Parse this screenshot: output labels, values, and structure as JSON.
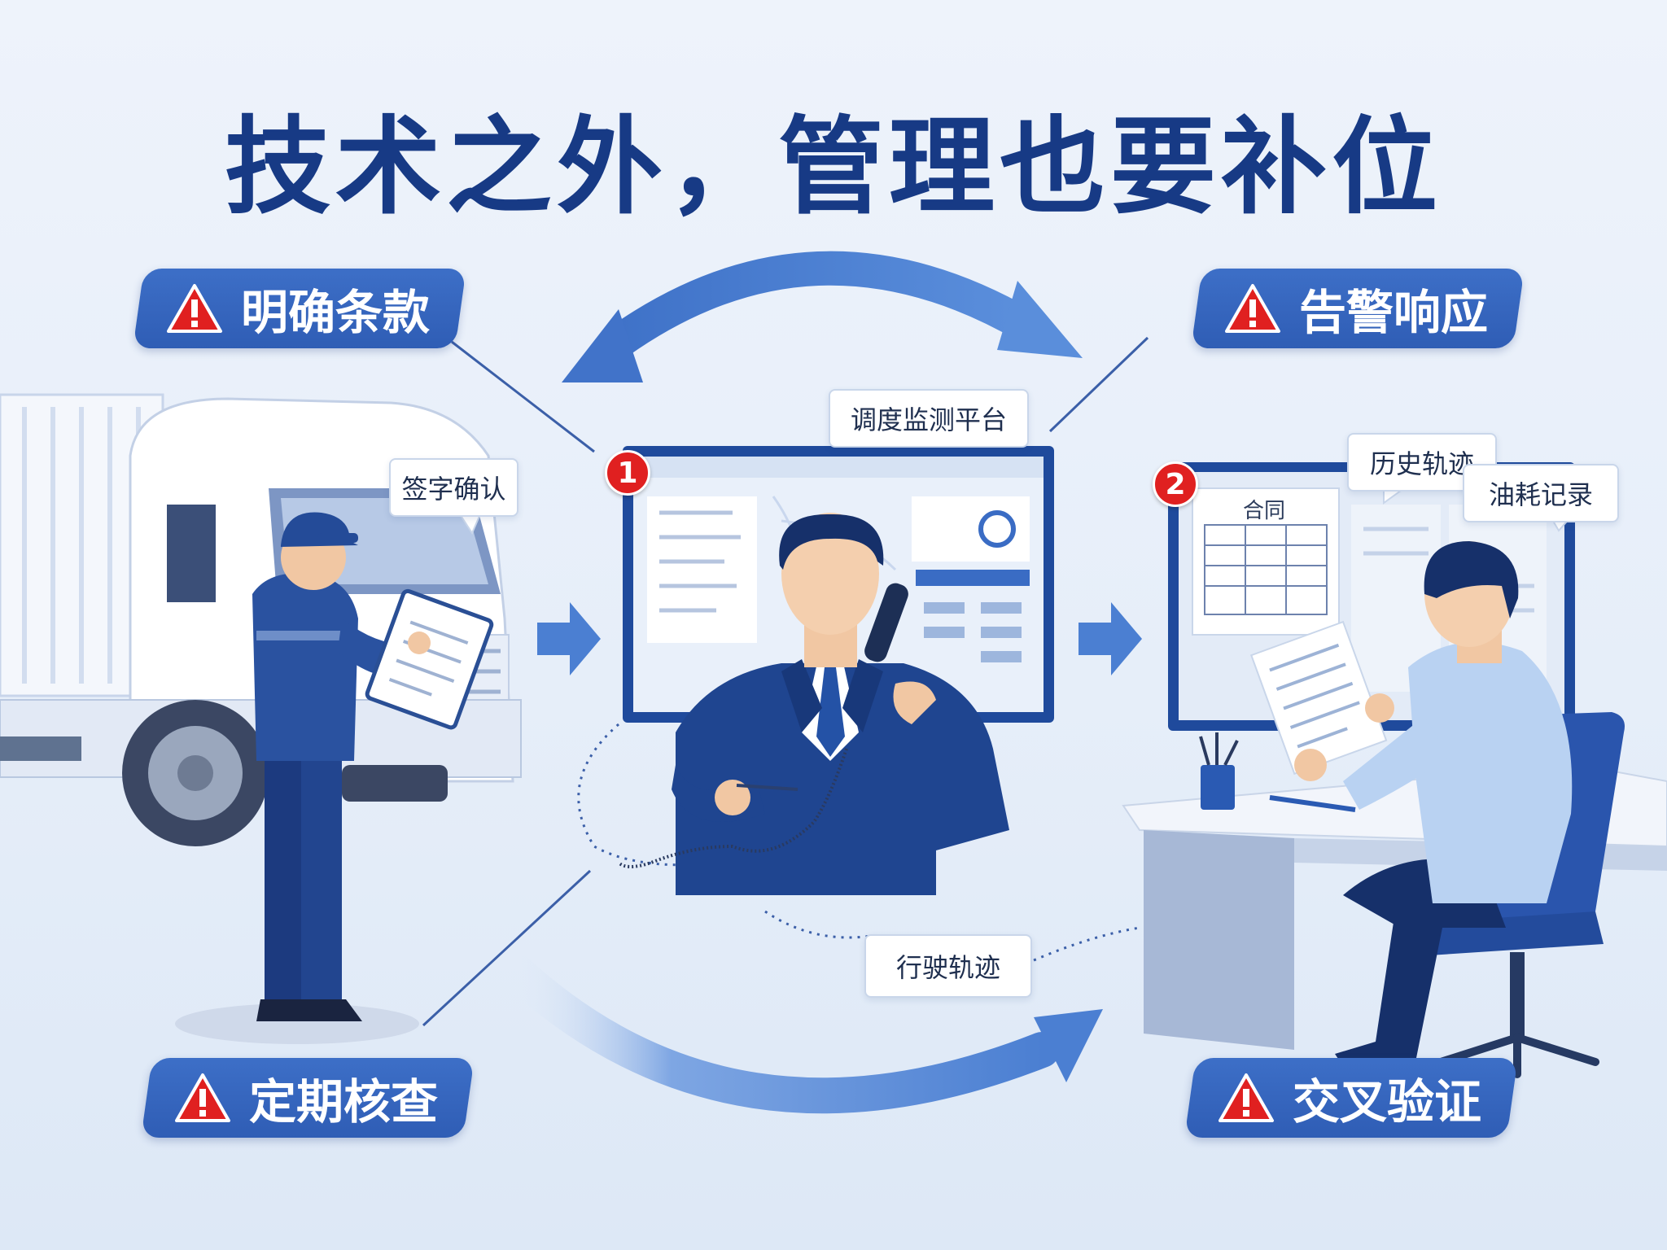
{
  "title": "技术之外，管理也要补位",
  "pills": {
    "top_left": "明确条款",
    "top_right": "告警响应",
    "bottom_left": "定期核查",
    "bottom_right": "交叉验证"
  },
  "callouts": {
    "sign_confirm": "签字确认",
    "dispatch_platform": "调度监测平台",
    "history_track": "历史轨迹",
    "fuel_record": "油耗记录",
    "driving_track": "行驶轨迹"
  },
  "doc_label": "合同",
  "badges": [
    "1",
    "2"
  ],
  "colors": {
    "title": "#173a85",
    "pill": "#3566c2",
    "warning": "#e02020",
    "arrow": "#4d80d0"
  }
}
